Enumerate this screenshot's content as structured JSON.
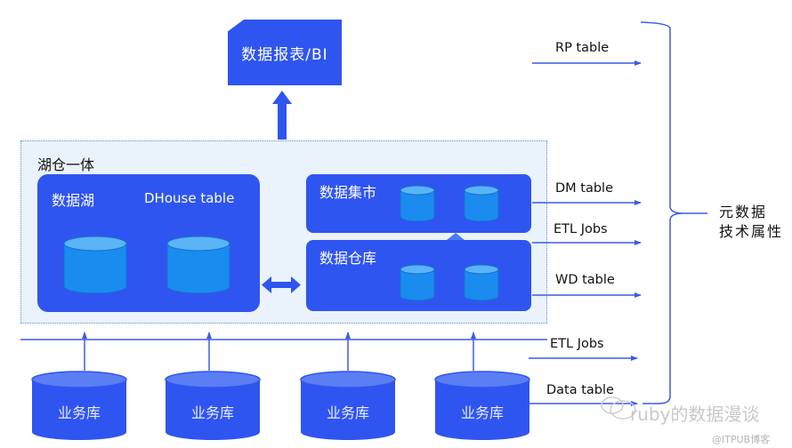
{
  "report": {
    "label": "数据报表/BI"
  },
  "lakehouse": {
    "title": "湖仓一体",
    "lake": {
      "label": "数据湖",
      "table_label": "DHouse table"
    },
    "mart": {
      "label": "数据集市"
    },
    "warehouse": {
      "label": "数据仓库"
    }
  },
  "sources": [
    {
      "label": "业务库"
    },
    {
      "label": "业务库"
    },
    {
      "label": "业务库"
    },
    {
      "label": "业务库"
    }
  ],
  "flows": {
    "rp": "RP table",
    "dm": "DM table",
    "etl_upper": "ETL Jobs",
    "wd": "WD table",
    "etl_lower": "ETL Jobs",
    "data": "Data table"
  },
  "metadata": {
    "line1": "元数据",
    "line2": "技术属性"
  },
  "watermark": {
    "main": "ruby的数据漫谈",
    "sub": "@ITPUB博客"
  },
  "colors": {
    "primary": "#2f55f0",
    "cylinder": "#1a8cf0",
    "cylinder_top": "#5ab4f5",
    "line": "#3c5ce6",
    "panel": "#eaf2fc"
  }
}
